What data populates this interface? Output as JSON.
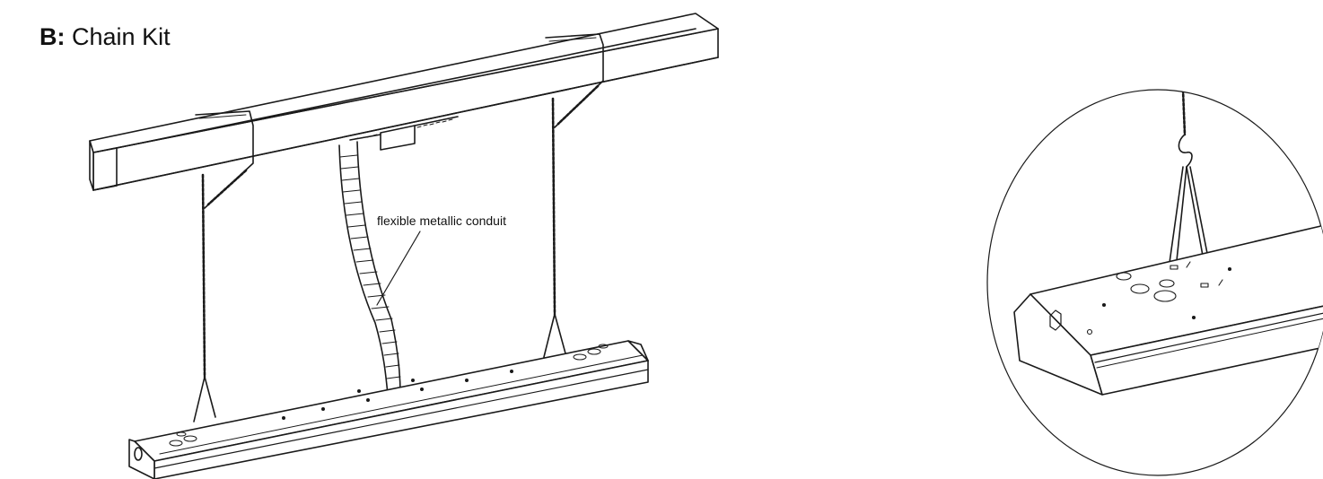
{
  "title": {
    "letter": "B:",
    "text": "Chain Kit"
  },
  "callout": {
    "text": "flexible metallic conduit"
  },
  "colors": {
    "line": "#1a1a1a",
    "background": "#ffffff"
  }
}
